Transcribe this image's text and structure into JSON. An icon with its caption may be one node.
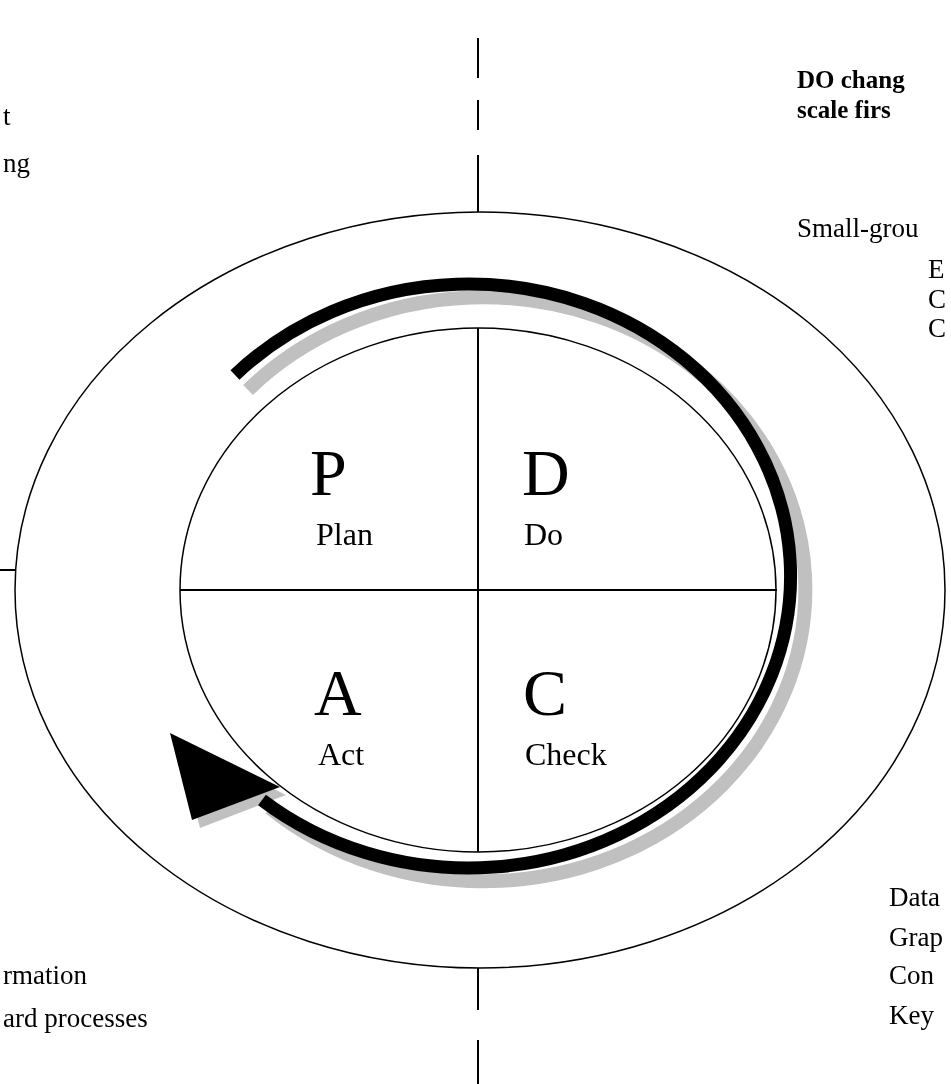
{
  "diagram": {
    "nodes": [
      {
        "text": [
          "P",
          "Plan"
        ]
      },
      {
        "text": [
          "D",
          "Do"
        ]
      },
      {
        "text": [
          "A",
          "Act"
        ]
      },
      {
        "text": [
          "C",
          "Check"
        ]
      }
    ],
    "labels": [
      "t",
      "ng",
      "DO chang",
      "scale firs",
      "Small-grou",
      "E",
      "C",
      "C",
      "rmation",
      "ard processes",
      "Data",
      "Grap",
      "Con",
      "Key"
    ]
  }
}
